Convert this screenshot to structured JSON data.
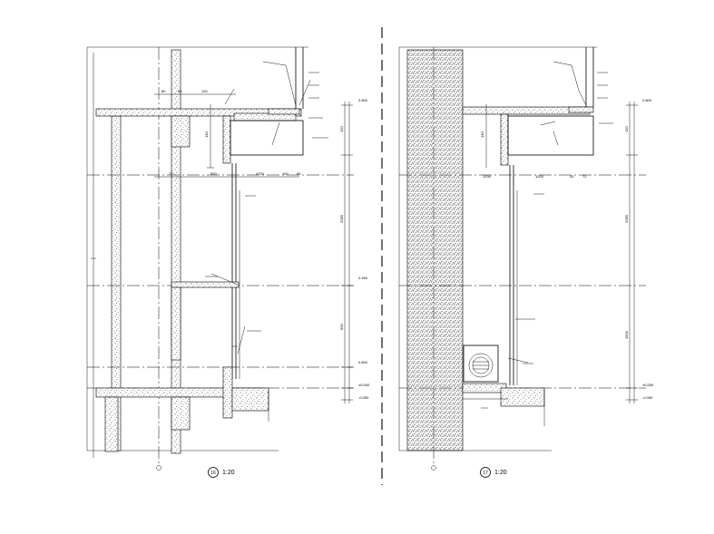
{
  "details": [
    {
      "number": "16",
      "scale": "1:20"
    },
    {
      "number": "17",
      "scale": "1:20"
    }
  ],
  "left_dims": {
    "top_seg_a": "80",
    "top_seg_b": "90",
    "top_seg_c": "120",
    "mid_seg_a": "72",
    "mid_seg_b": "500",
    "mid_seg_c": "4700",
    "mid_seg_d": "100",
    "mid_seg_e": "80",
    "vertical_upper": "140",
    "vertical_right_top": "120",
    "span_upper": "2280",
    "span_lower": "600",
    "level_top": "2.800",
    "level_mid": "2.450",
    "level_low": "0.600",
    "level_floor": "±0.000",
    "level_base": "-0.050"
  },
  "right_dims": {
    "top_seg_a": "1200",
    "top_seg_b": "1200",
    "top_seg_c": "30",
    "top_seg_d": "72",
    "vertical_upper": "140",
    "vertical_right_top": "120",
    "span_upper": "2280",
    "span_lower": "1500",
    "level_top": "2.800",
    "level_floor": "±0.000",
    "level_base": "-0.050"
  },
  "colors": {
    "line": "#000000",
    "background": "#ffffff"
  },
  "icons": {
    "axis_marker": "axis-bubble-icon",
    "fan_unit": "fan-coil-icon"
  }
}
